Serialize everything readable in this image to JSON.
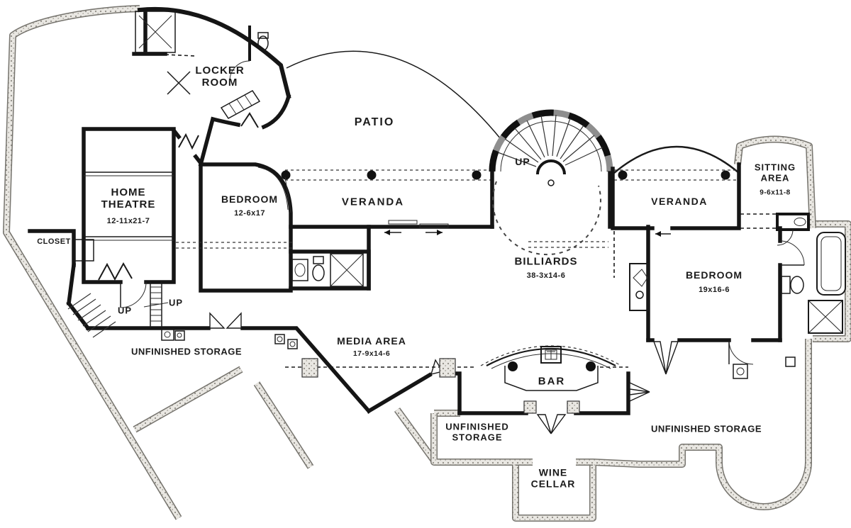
{
  "document": {
    "type": "house floor plan",
    "level": "lower level"
  },
  "colors": {
    "background": "#ffffff",
    "interior_walls": "#151515",
    "foundation_fill": "#e9e7e2",
    "foundation_speckle": "#8f8c85",
    "label_text": "#1b1b1b"
  },
  "rooms": {
    "locker_room": {
      "name": "LOCKER ROOM"
    },
    "patio": {
      "name": "PATIO"
    },
    "home_theatre": {
      "name": "HOME THEATRE",
      "dims": "12-11x21-7"
    },
    "bedroom_left": {
      "name": "BEDROOM",
      "dims": "12-6x17"
    },
    "veranda_left": {
      "name": "VERANDA"
    },
    "veranda_right": {
      "name": "VERANDA"
    },
    "sitting_area": {
      "name": "SITTING AREA",
      "dims": "9-6x11-8"
    },
    "closet": {
      "name": "CLOSET"
    },
    "billiards": {
      "name": "BILLIARDS",
      "dims": "38-3x14-6"
    },
    "bedroom_right": {
      "name": "BEDROOM",
      "dims": "19x16-6"
    },
    "media_area": {
      "name": "MEDIA AREA",
      "dims": "17-9x14-6"
    },
    "bar": {
      "name": "BAR"
    },
    "unfinished_storage_left": {
      "name": "UNFINISHED STORAGE"
    },
    "unfinished_storage_center": {
      "name": "UNFINISHED STORAGE"
    },
    "unfinished_storage_right": {
      "name": "UNFINISHED STORAGE"
    },
    "wine_cellar": {
      "name": "WINE CELLAR"
    }
  },
  "annotations": {
    "up_spiral_stair": "UP",
    "up_stair_left": "UP",
    "up_stair_right": "UP"
  }
}
